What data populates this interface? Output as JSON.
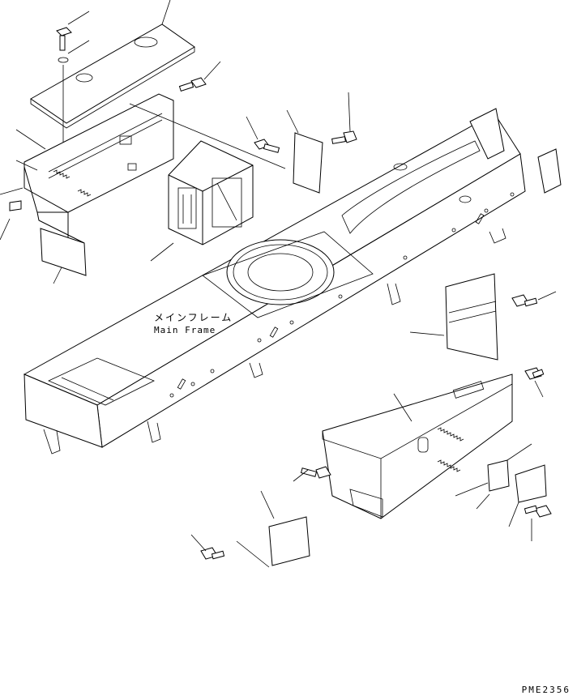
{
  "main_frame": {
    "label_jp": "メインフレーム",
    "label_en": "Main Frame"
  },
  "drawing_code": "PME2356",
  "colors": {
    "line": "#000000",
    "background": "#ffffff"
  }
}
